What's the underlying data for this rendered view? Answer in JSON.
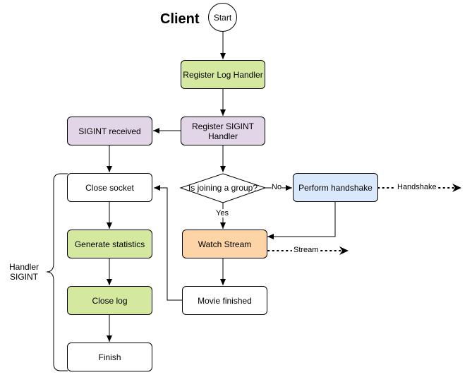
{
  "title": "Client",
  "colors": {
    "green": "#d5e8a0",
    "purple": "#e1d5e7",
    "blue": "#dae8fc",
    "orange": "#fdd4a5",
    "white": "#ffffff"
  },
  "nodes": {
    "start": "Start",
    "register_log": "Register Log Handler",
    "register_sigint": "Register SIGINT Handler",
    "sigint_received": "SIGINT received",
    "joining_group": "Is joining a group?",
    "perform_handshake": "Perform handshake",
    "watch_stream": "Watch Stream",
    "movie_finished": "Movie finished",
    "close_socket": "Close socket",
    "generate_statistics": "Generate statistics",
    "close_log": "Close log",
    "finish": "Finish"
  },
  "labels": {
    "no": "No",
    "yes": "Yes",
    "handshake": "Handshake",
    "stream": "Stream",
    "handler_sigint": "Handler\nSIGINT"
  }
}
